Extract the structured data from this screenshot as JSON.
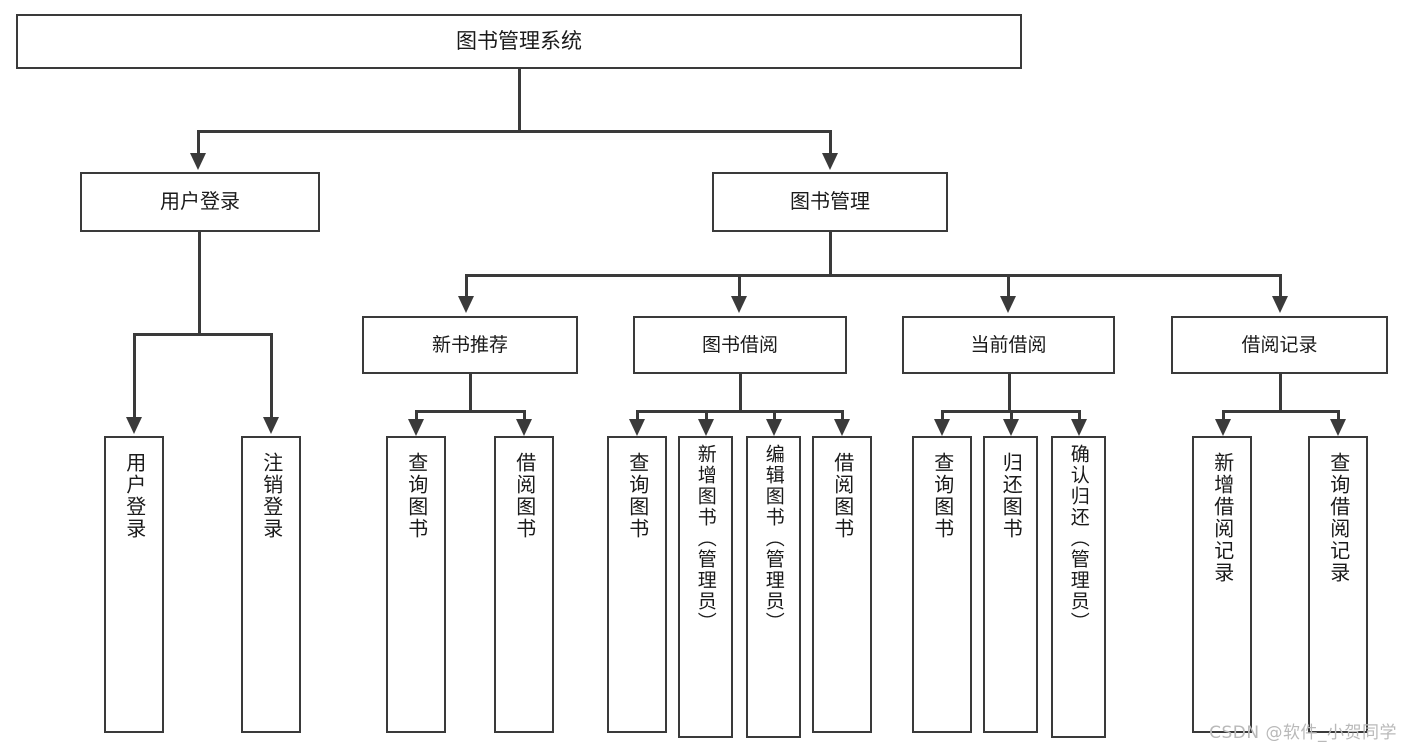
{
  "diagram": {
    "title": "图书管理系统",
    "type": "tree",
    "root": {
      "label": "图书管理系统"
    },
    "level1": [
      {
        "label": "用户登录"
      },
      {
        "label": "图书管理"
      }
    ],
    "level2": [
      {
        "label": "新书推荐",
        "parent": "图书管理"
      },
      {
        "label": "图书借阅",
        "parent": "图书管理"
      },
      {
        "label": "当前借阅",
        "parent": "图书管理"
      },
      {
        "label": "借阅记录",
        "parent": "图书管理"
      }
    ],
    "leaves": {
      "user_login": [
        {
          "label": "用户登录"
        },
        {
          "label": "注销登录"
        }
      ],
      "new_book_recommend": [
        {
          "label": "查询图书"
        },
        {
          "label": "借阅图书"
        }
      ],
      "book_borrow": [
        {
          "label": "查询图书"
        },
        {
          "label": "新增图书（管理员）"
        },
        {
          "label": "编辑图书（管理员）"
        },
        {
          "label": "借阅图书"
        }
      ],
      "current_borrow": [
        {
          "label": "查询图书"
        },
        {
          "label": "归还图书"
        },
        {
          "label": "确认归还（管理员）"
        }
      ],
      "borrow_record": [
        {
          "label": "新增借阅记录"
        },
        {
          "label": "查询借阅记录"
        }
      ]
    }
  },
  "watermark": {
    "text": "CSDN @软件_小贺同学"
  },
  "colors": {
    "stroke": "#3a3a3a",
    "background": "#ffffff",
    "text": "#1a1a1a",
    "watermark": "#b9b9b9"
  }
}
